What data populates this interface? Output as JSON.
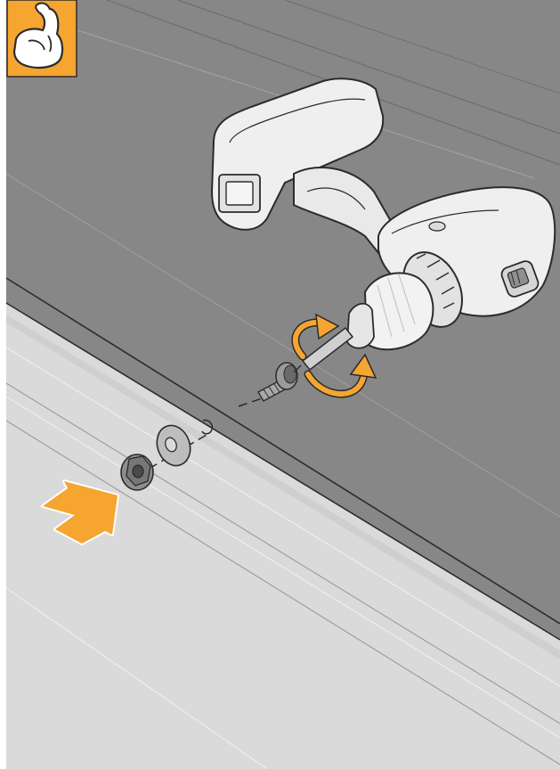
{
  "illustration": {
    "badge_icon": "flexed-arm-strength-icon",
    "pointer_icon": "orange-arrow-icon",
    "rotation_icon": "clockwise-rotation-icon",
    "tool": "cordless-drill",
    "parts": [
      "bolt",
      "washer",
      "flange-nut"
    ]
  },
  "colors": {
    "accent_orange": "#f5a530",
    "panel_dark": "#878787",
    "panel_light": "#dadada",
    "outline": "#2b2b2b",
    "drill_body": "#efefef"
  }
}
